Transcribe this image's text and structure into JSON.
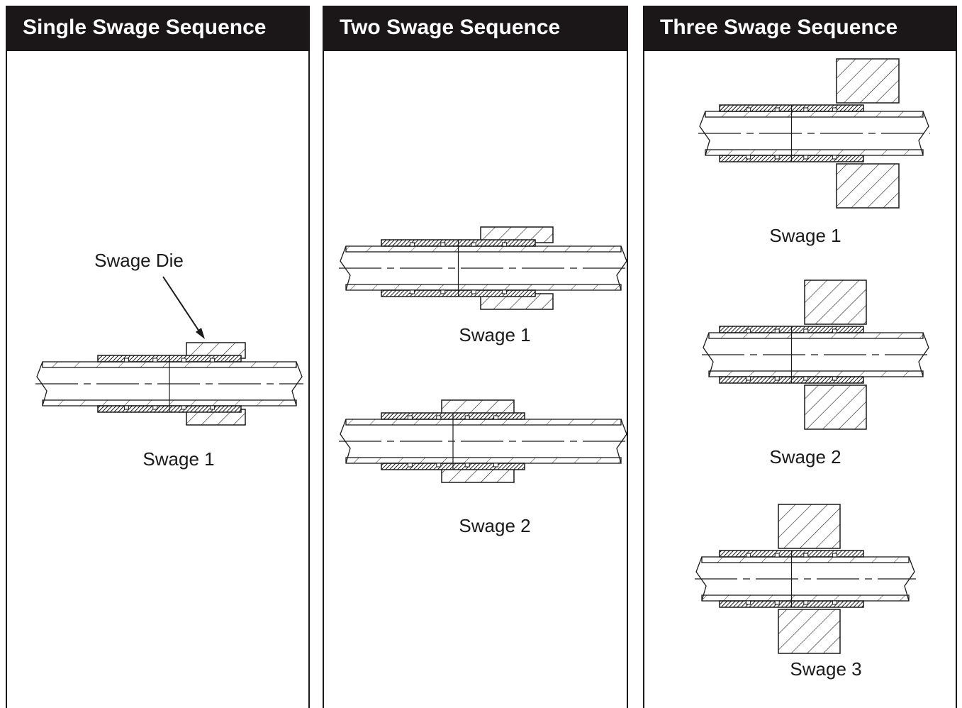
{
  "panels": [
    {
      "title": "Single Swage Sequence",
      "callout": "Swage Die",
      "labels": [
        "Swage 1"
      ]
    },
    {
      "title": "Two Swage Sequence",
      "labels": [
        "Swage 1",
        "Swage 2"
      ]
    },
    {
      "title": "Three Swage Sequence",
      "labels": [
        "Swage 1",
        "Swage 2",
        "Swage 3"
      ]
    }
  ],
  "colors": {
    "header_bg": "#1b1718",
    "header_text": "#ffffff",
    "line": "#1a1a1a",
    "fitting": "#3a3a3a"
  }
}
